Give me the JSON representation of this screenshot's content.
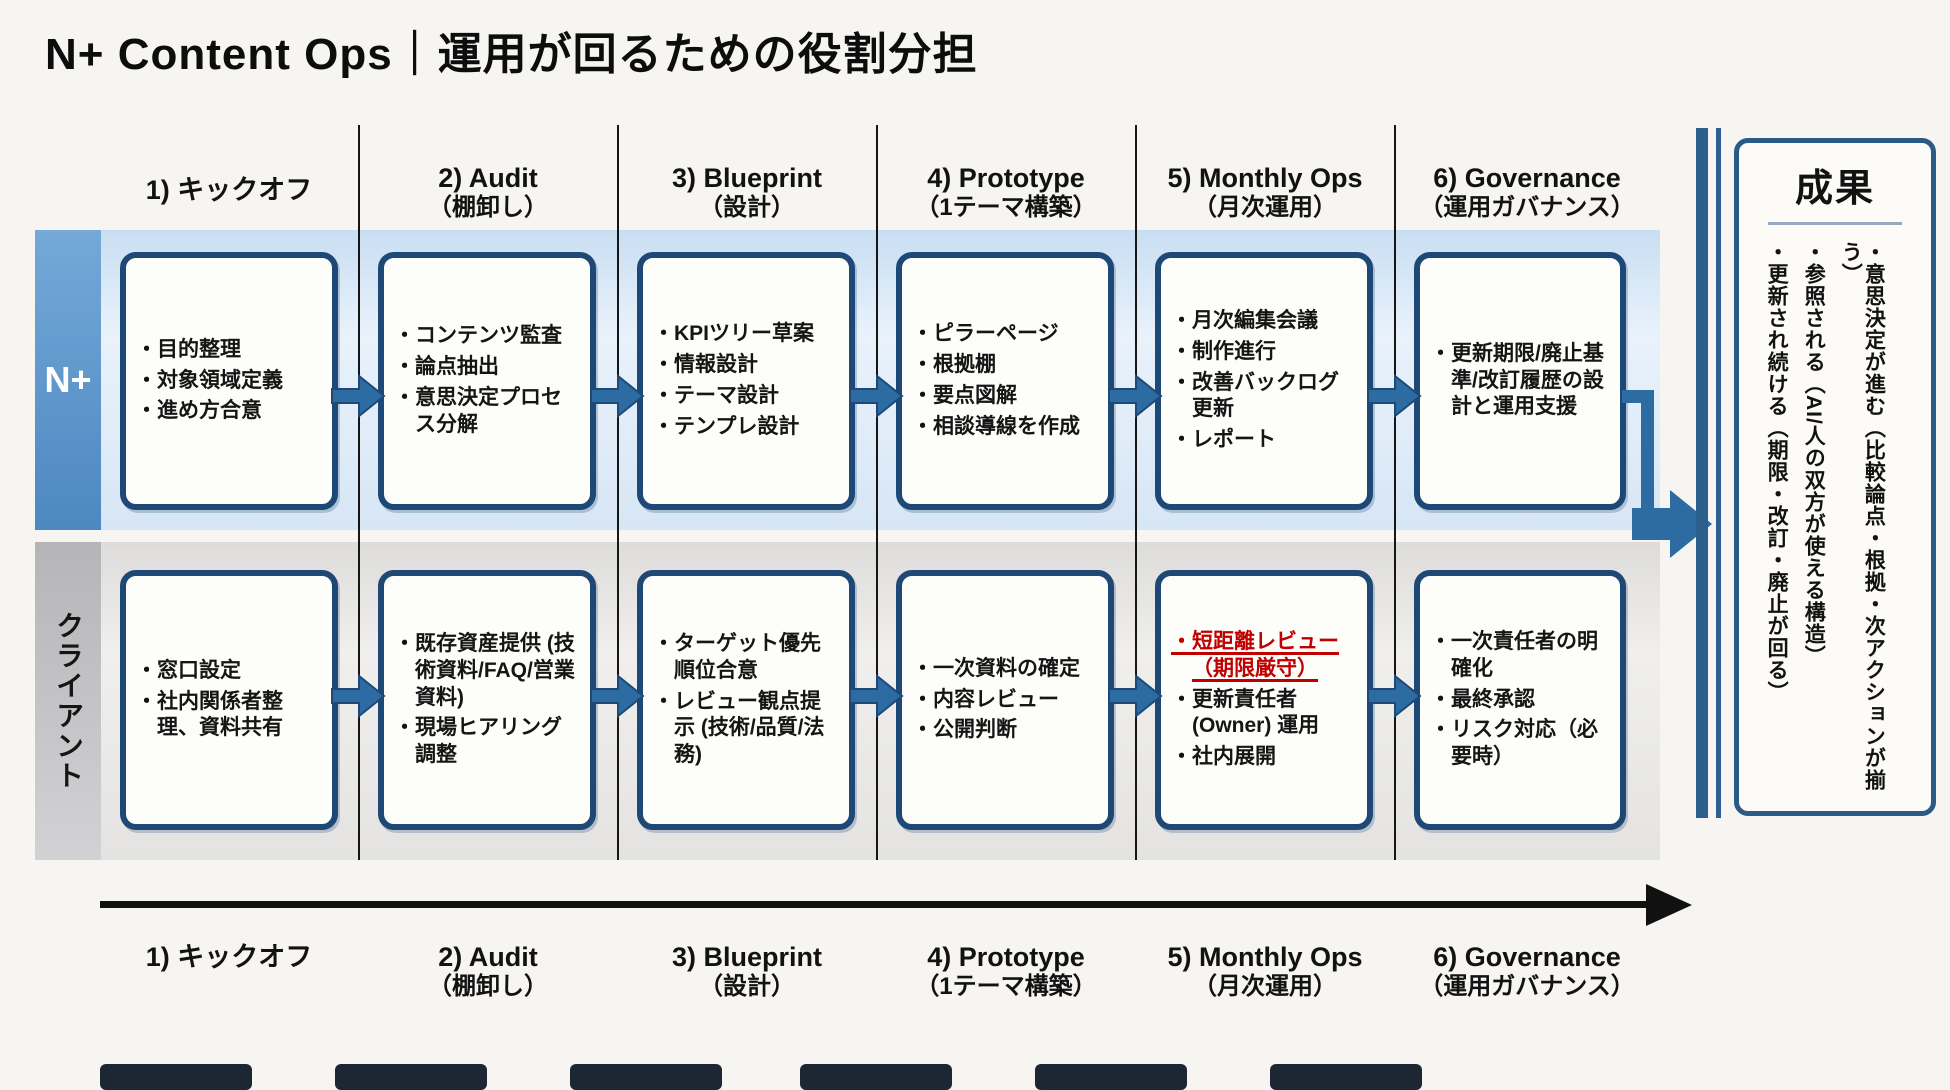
{
  "title": "N+ Content Ops｜運用が回るための役割分担",
  "phases": [
    {
      "label": "1) キックオフ",
      "sublabel": ""
    },
    {
      "label": "2) Audit",
      "sublabel": "（棚卸し）"
    },
    {
      "label": "3) Blueprint",
      "sublabel": "（設計）"
    },
    {
      "label": "4) Prototype",
      "sublabel": "（1テーマ構築）"
    },
    {
      "label": "5) Monthly Ops",
      "sublabel": "（月次運用）"
    },
    {
      "label": "6) Governance",
      "sublabel": "（運用ガバナンス）"
    }
  ],
  "lanes": {
    "nplus": {
      "label": "N+",
      "boxes": [
        {
          "items": [
            "目的整理",
            "対象領域定義",
            "進め方合意"
          ]
        },
        {
          "items": [
            "コンテンツ監査",
            "論点抽出",
            "意思決定プロセス分解"
          ]
        },
        {
          "items": [
            "KPIツリー草案",
            "情報設計",
            "テーマ設計",
            "テンプレ設計"
          ]
        },
        {
          "items": [
            "ピラーページ",
            "根拠棚",
            "要点図解",
            "相談導線を作成"
          ]
        },
        {
          "items": [
            "月次編集会議",
            "制作進行",
            "改善バックログ更新",
            "レポート"
          ]
        },
        {
          "items": [
            "更新期限/廃止基準/改訂履歴の設計と運用支援"
          ]
        }
      ]
    },
    "client": {
      "label": "クライアント",
      "boxes": [
        {
          "items": [
            "窓口設定",
            "社内関係者整理、資料共有"
          ]
        },
        {
          "items": [
            "既存資産提供 (技術資料/FAQ/営業資料)",
            "現場ヒアリング調整"
          ]
        },
        {
          "items": [
            "ターゲット優先順位合意",
            "レビュー観点提示 (技術/品質/法務)"
          ]
        },
        {
          "items": [
            "一次資料の確定",
            "内容レビュー",
            "公開判断"
          ]
        },
        {
          "items": [
            "短距離レビュー（期限厳守）",
            "更新責任者 (Owner) 運用",
            "社内展開"
          ]
        },
        {
          "items": [
            "一次責任者の明確化",
            "最終承認",
            "リスク対応（必要時）"
          ]
        }
      ]
    }
  },
  "outcome": {
    "title": "成果",
    "items": [
      "意思決定が進む（比較論点・根拠・次アクションが揃う）",
      "参照される（AI/人の双方が使える構造）",
      "更新され続ける（期限・改訂・廃止が回る）"
    ]
  },
  "colors": {
    "box_border": "#1e4976",
    "arrow_blue": "#2d6ba3",
    "nplus_lane": "#d7e6f5",
    "nplus_label_bg": "#4d88c1",
    "client_lane": "#e4e3e1",
    "client_label_bg": "#c4c3c5",
    "alert_red": "#c00000",
    "timeline_black": "#111111"
  }
}
